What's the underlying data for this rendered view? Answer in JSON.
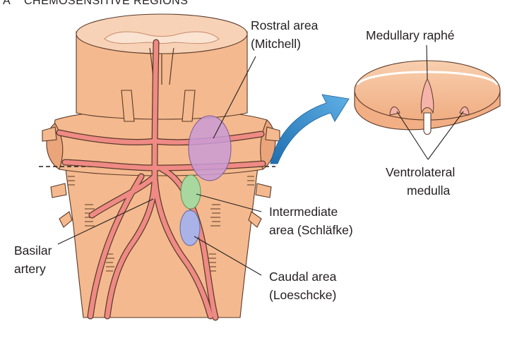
{
  "header": {
    "letter": "A",
    "title": "CHEMOSENSITIVE REGIONS"
  },
  "labels": {
    "rostral_line1": "Rostral area",
    "rostral_line2": "(Mitchell)",
    "medullary_raphe": "Medullary raphé",
    "ventrolateral_line1": "Ventrolateral",
    "ventrolateral_line2": "medulla",
    "intermediate_line1": "Intermediate",
    "intermediate_line2": "area (Schläfke)",
    "basilar_line1": "Basilar",
    "basilar_line2": "artery",
    "caudal_line1": "Caudal area",
    "caudal_line2": "(Loeschcke)"
  },
  "colors": {
    "tissue": "#f4b98e",
    "artery": "#ef8a84",
    "rostral_area": "#c99bd6",
    "intermediate_area": "#a8d8a0",
    "caudal_area": "#a9b3e8",
    "arrow": "#2f86c9"
  }
}
